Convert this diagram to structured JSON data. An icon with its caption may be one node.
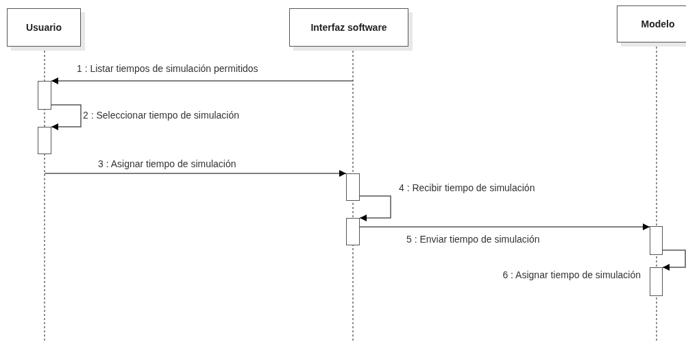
{
  "diagram": {
    "nodes": [
      {
        "text": [
          "Usuario"
        ]
      },
      {
        "text": [
          "Interfaz software"
        ]
      },
      {
        "text": [
          "Modelo"
        ]
      },
      {
        "text": [],
        "shape": "box"
      },
      {
        "text": [],
        "shape": "box"
      },
      {
        "text": [],
        "shape": "box"
      },
      {
        "text": [],
        "shape": "box"
      },
      {
        "text": [],
        "shape": "box"
      },
      {
        "text": [],
        "shape": "box"
      }
    ],
    "edges": [
      {
        "from": null,
        "to": 3,
        "arrow": "to",
        "label": "1 : Listar tiempos de simulación permitidos"
      },
      {
        "from": 3,
        "to": 4,
        "arrow": "to",
        "label": "2 : Seleccionar tiempo de simulación"
      },
      {
        "from": null,
        "to": 5,
        "arrow": "to",
        "label": "3 : Asignar tiempo de simulación"
      },
      {
        "from": 5,
        "to": 6,
        "arrow": "to",
        "label": "4 : Recibir tiempo de simulación"
      },
      {
        "from": 6,
        "to": 7,
        "arrow": "to",
        "label": "5 : Enviar tiempo de simulación"
      },
      {
        "from": 7,
        "to": 8,
        "arrow": "to",
        "label": "6 : Asignar tiempo de simulación"
      }
    ]
  }
}
